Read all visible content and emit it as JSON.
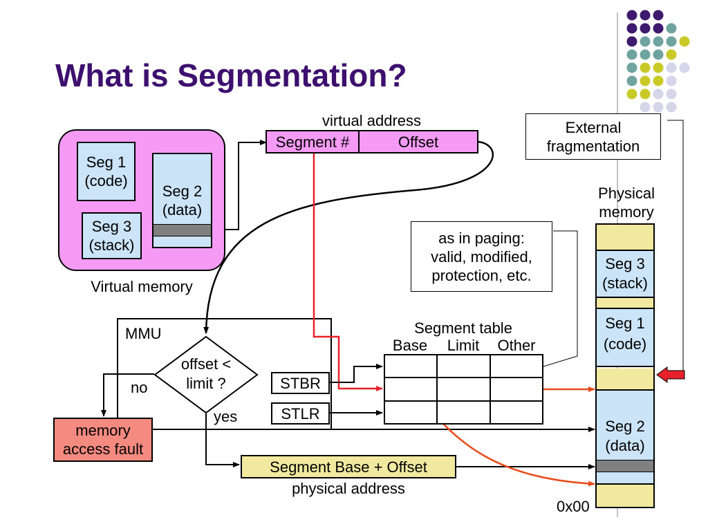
{
  "slide": {
    "title": "What is Segmentation?"
  },
  "decoration": {
    "dot_colors": [
      "#3d1a6e",
      "#6fa3a0",
      "#c9c928",
      "#d6d6ea"
    ]
  },
  "virtual_memory": {
    "caption": "Virtual memory",
    "seg1": "Seg 1\n(code)",
    "seg2": "Seg 2\n(data)",
    "seg3": "Seg 3\n(stack)"
  },
  "virtual_address": {
    "caption": "virtual address",
    "segment_field": "Segment #",
    "offset_field": "Offset"
  },
  "mmu": {
    "label": "MMU",
    "check": "offset <\nlimit ?",
    "no_label": "no",
    "yes_label": "yes",
    "stbr": "STBR",
    "stlr": "STLR"
  },
  "fault": {
    "text": "memory\naccess fault"
  },
  "segment_table": {
    "caption": "Segment table",
    "columns": [
      "Base",
      "Limit",
      "Other"
    ]
  },
  "physical_address": {
    "formula": "Segment Base + Offset",
    "caption": "physical address"
  },
  "notes": {
    "paging_note": "as in paging:\nvalid, modified,\nprotection, etc.",
    "fragmentation_note": "External\nfragmentation"
  },
  "physical_memory": {
    "caption": "Physical\nmemory",
    "seg3": "Seg 3\n(stack)",
    "seg1": "Seg 1\n(code)",
    "seg2": "Seg 2\n(data)",
    "base_address": "0x00"
  },
  "colors": {
    "title": "#3d0f6f",
    "red_path": "#e8202a",
    "orange_arrow": "#e84a1a",
    "fault_fill": "#f58a80",
    "pink": "#f59bf5",
    "blue": "#cce4f7",
    "yellow": "#f2e9a0"
  }
}
